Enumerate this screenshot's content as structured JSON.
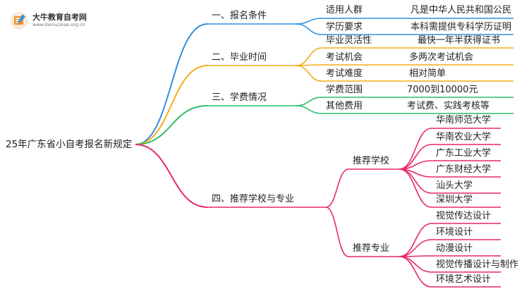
{
  "logo": {
    "name": "大牛教育自考网",
    "url": "www.daniuzikao.org.cn"
  },
  "root": "25年广东省小自考报名新规定",
  "branches": [
    {
      "label": "一、报名条件",
      "color": "#2f8fe0",
      "children": [
        {
          "label": "适用人群",
          "value": "凡是中华人民共和国公民"
        },
        {
          "label": "学历要求",
          "value": "本科需提供专科学历证明"
        }
      ]
    },
    {
      "label": "二、毕业时间",
      "color": "#f2ad1a",
      "children": [
        {
          "label": "毕业灵活性",
          "value": "最快一年半获得证书"
        },
        {
          "label": "考试机会",
          "value": "多两次考试机会"
        },
        {
          "label": "考试难度",
          "value": "相对简单"
        }
      ]
    },
    {
      "label": "三、学费情况",
      "color": "#2dbb6a",
      "children": [
        {
          "label": "学费范围",
          "value": "7000到10000元"
        },
        {
          "label": "其他费用",
          "value": "考试费、实践考核等"
        }
      ]
    },
    {
      "label": "四、推荐学校与专业",
      "color": "#e8266e",
      "children": [
        {
          "label": "推荐学校",
          "items": [
            "华南师范大学",
            "华南农业大学",
            "广东工业大学",
            "广东财经大学",
            "汕头大学",
            "深圳大学"
          ]
        },
        {
          "label": "推荐专业",
          "items": [
            "视觉传达设计",
            "环境设计",
            "动漫设计",
            "视觉传播设计与制作",
            "环境艺术设计"
          ]
        }
      ]
    }
  ]
}
